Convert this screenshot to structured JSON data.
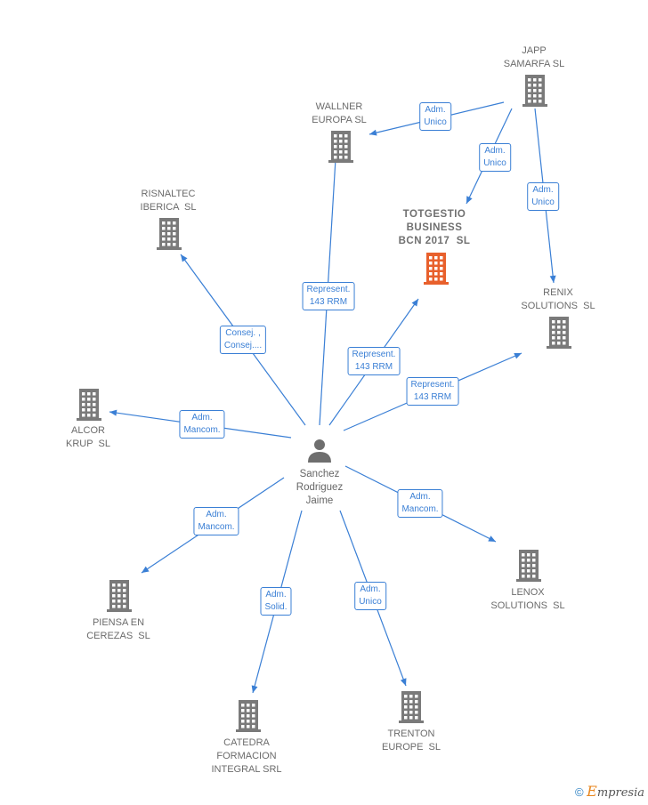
{
  "person": {
    "label": "Sanchez\nRodriguez\nJaime"
  },
  "nodes": [
    {
      "id": "japp",
      "label": "JAPP\nSAMARFA SL",
      "main": false
    },
    {
      "id": "wallner",
      "label": "WALLNER\nEUROPA SL",
      "main": false
    },
    {
      "id": "risnaltec",
      "label": "RISNALTEC\nIBERICA  SL",
      "main": false
    },
    {
      "id": "totgestio",
      "label": "TOTGESTIO\nBUSINESS\nBCN 2017  SL",
      "main": true
    },
    {
      "id": "renix",
      "label": "RENIX\nSOLUTIONS  SL",
      "main": false
    },
    {
      "id": "alcor",
      "label": "ALCOR\nKRUP  SL",
      "main": false
    },
    {
      "id": "lenox",
      "label": "LENOX\nSOLUTIONS  SL",
      "main": false
    },
    {
      "id": "piensa",
      "label": "PIENSA EN\nCEREZAS  SL",
      "main": false
    },
    {
      "id": "catedra",
      "label": "CATEDRA\nFORMACION\nINTEGRAL SRL",
      "main": false
    },
    {
      "id": "trenton",
      "label": "TRENTON\nEUROPE  SL",
      "main": false
    }
  ],
  "edges": [
    {
      "id": "e1",
      "label": "Adm.\nUnico"
    },
    {
      "id": "e2",
      "label": "Adm.\nUnico"
    },
    {
      "id": "e3",
      "label": "Adm.\nUnico"
    },
    {
      "id": "e4",
      "label": "Represent.\n143 RRM"
    },
    {
      "id": "e5",
      "label": "Consej. ,\nConsej...."
    },
    {
      "id": "e6",
      "label": "Represent.\n143 RRM"
    },
    {
      "id": "e7",
      "label": "Represent.\n143 RRM"
    },
    {
      "id": "e8",
      "label": "Adm.\nMancom."
    },
    {
      "id": "e9",
      "label": "Adm.\nMancom."
    },
    {
      "id": "e10",
      "label": "Adm.\nMancom."
    },
    {
      "id": "e11",
      "label": "Adm.\nSolid."
    },
    {
      "id": "e12",
      "label": "Adm.\nUnico"
    }
  ],
  "colors": {
    "edge": "#3a7fd5",
    "building": "#7a7a7a",
    "main_building": "#e8602c"
  },
  "footer": {
    "copyright": "©",
    "brand_initial": "E",
    "brand_rest": "mpresia"
  }
}
